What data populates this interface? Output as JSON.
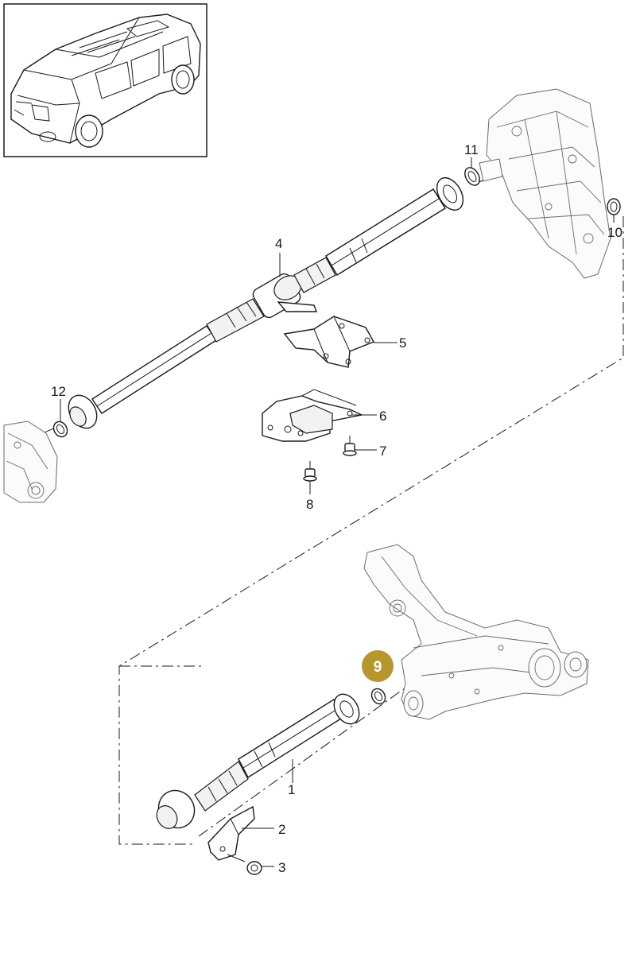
{
  "callouts": {
    "c1": "1",
    "c2": "2",
    "c3": "3",
    "c4": "4",
    "c5": "5",
    "c6": "6",
    "c7": "7",
    "c8": "8",
    "c9": "9",
    "c10": "10",
    "c11": "11",
    "c12": "12"
  },
  "highlighted_callout": "c9",
  "colors": {
    "line": "#1a1a1a",
    "highlight_fill": "#b8962e",
    "highlight_text": "#ffffff"
  }
}
